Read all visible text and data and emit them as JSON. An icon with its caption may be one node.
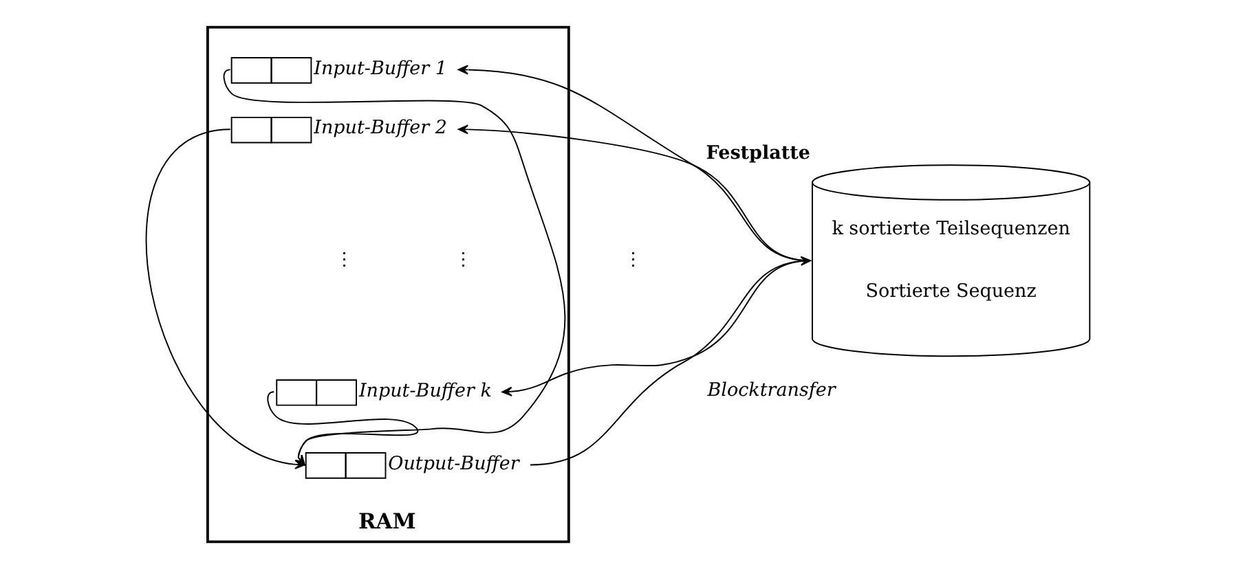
{
  "diagram": {
    "nodes": [
      {
        "text": [
          "RAM"
        ]
      },
      {
        "text": [],
        "shape": "box",
        "in": 0,
        "beside": [
          "Input-Buffer 1"
        ]
      },
      {
        "text": [],
        "shape": "box",
        "in": 0,
        "beside": [
          "Input-Buffer 2"
        ]
      },
      {
        "text": [],
        "shape": "box",
        "in": 0,
        "beside": [
          "Input-Buffer k"
        ]
      },
      {
        "text": [],
        "shape": "box",
        "in": 0,
        "beside": [
          "Output-Buffer"
        ]
      },
      {
        "text": [
          "Festplatte",
          "k sortierte Teilsequenzen",
          "Sortierte Sequenz"
        ]
      }
    ],
    "edges": [
      {
        "from": 5,
        "to": 1,
        "arrow": "to"
      },
      {
        "from": 5,
        "to": 2,
        "arrow": "to"
      },
      {
        "from": 5,
        "to": 3,
        "arrow": "to"
      },
      {
        "from": 4,
        "to": 5,
        "arrow": "to"
      },
      {
        "from": 1,
        "to": 4,
        "arrow": "to"
      },
      {
        "from": 2,
        "to": 4,
        "arrow": "to"
      },
      {
        "from": 3,
        "to": 4,
        "arrow": "to"
      }
    ],
    "labels": [
      "⋮",
      "⋮",
      "⋮",
      "Blocktransfer"
    ]
  }
}
